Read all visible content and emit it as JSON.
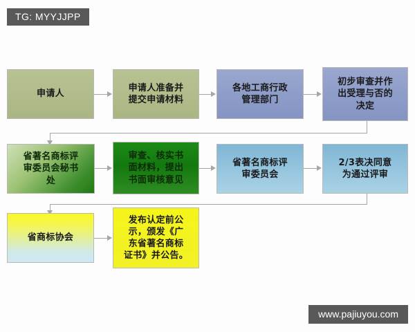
{
  "meta": {
    "tag_label": "TG: MYYJJPP",
    "watermark": "www.pajiuyou.com",
    "background_color": "#fdfdfd",
    "connector_color": "#a6a6a6"
  },
  "flow": {
    "rows": [
      {
        "row_index": 1,
        "nodes": [
          {
            "id": "applicant",
            "label": "申请人",
            "fill": "#b0bc8a",
            "style": "olive"
          },
          {
            "id": "prepare-submit",
            "label": "申请人准备并\n提交申请材料",
            "fill": "#b0bc8a",
            "style": "olive"
          },
          {
            "id": "local-aic",
            "label": "各地工商行政\n管理部门",
            "fill": "#8d9cc8",
            "style": "periwinkle"
          },
          {
            "id": "preliminary-review",
            "label": "初步审查并作\n出受理与否的\n决定",
            "fill": "#8d9cc8",
            "style": "periwinkle"
          }
        ]
      },
      {
        "row_index": 2,
        "nodes": [
          {
            "id": "secretariat",
            "label": "省著名商标评\n审委员会秘书\n处",
            "fill": "#3f8f2f",
            "style": "green-gradient"
          },
          {
            "id": "verify-materials",
            "label": "审查、核实书\n面材料，提出\n书面审核意见",
            "fill": "#13790f",
            "style": "dark-green"
          },
          {
            "id": "review-committee",
            "label": "省著名商标评\n审委员会",
            "fill": "#97c6de",
            "style": "blue"
          },
          {
            "id": "two-thirds-vote",
            "label": "2/3表决同意\n为通过评审",
            "fill": "#97c6de",
            "style": "blue"
          }
        ]
      },
      {
        "row_index": 3,
        "nodes": [
          {
            "id": "trademark-association",
            "label": "省商标协会",
            "fill": "#f2f45e",
            "style": "yellow-to-blue"
          },
          {
            "id": "publicize-certificate",
            "label": "发布认定前公\n示，颁发《广\n东省著名商标\n证书》并公告。",
            "fill": "#f3f320",
            "style": "bright-yellow"
          }
        ]
      }
    ]
  }
}
